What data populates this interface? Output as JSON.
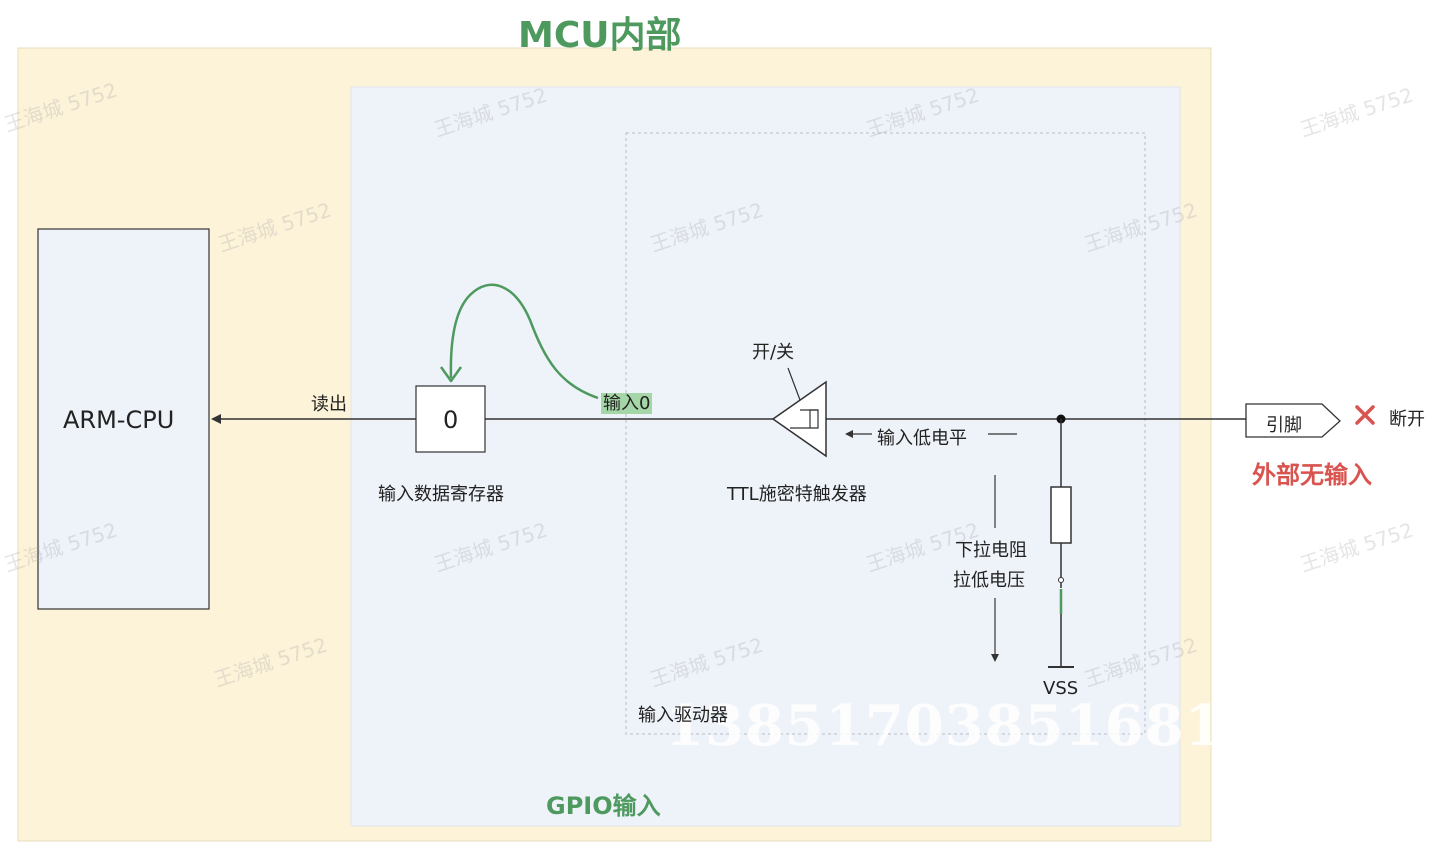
{
  "title": "MCU内部",
  "cpu_label": "ARM-CPU",
  "read_label": "读出",
  "register_value": "0",
  "register_label": "输入数据寄存器",
  "input_label": "输入0",
  "switch_label": "开/关",
  "trigger_label": "TTL施密特触发器",
  "low_level_label": "输入低电平",
  "pulldown_line1": "下拉电阻",
  "pulldown_line2": "拉低电压",
  "vss_label": "VSS",
  "driver_label": "输入驱动器",
  "gpio_label": "GPIO输入",
  "pin_label": "引脚",
  "disconnect_label": "断开",
  "no_input_label": "外部无输入",
  "watermark": "王海城 5752",
  "number_watermark": "13851703851681",
  "colors": {
    "mcu_bg": "#fdf3d8",
    "gpio_bg": "#eef2f9",
    "green": "#4e9a5e",
    "red": "#d9534f",
    "line": "#333333"
  }
}
